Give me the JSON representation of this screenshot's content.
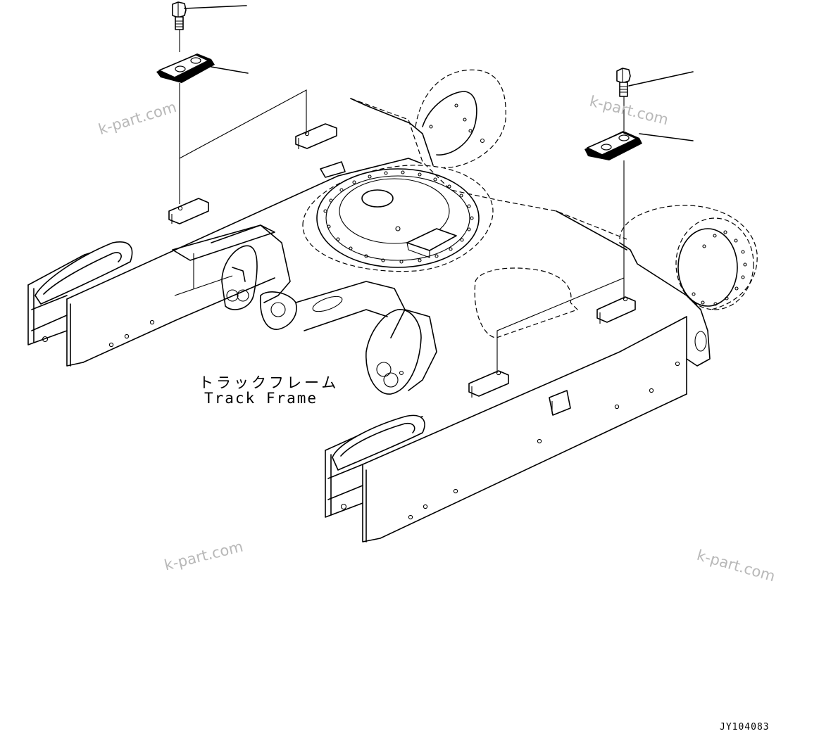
{
  "diagram": {
    "label_jp": "トラックフレーム",
    "label_en": "Track Frame",
    "drawing_code": "JY104083",
    "watermark": "k-part.com"
  },
  "parts": [
    {
      "name": "bolt",
      "side": "left"
    },
    {
      "name": "plate",
      "side": "left"
    },
    {
      "name": "bolt",
      "side": "right"
    },
    {
      "name": "plate",
      "side": "right"
    }
  ]
}
